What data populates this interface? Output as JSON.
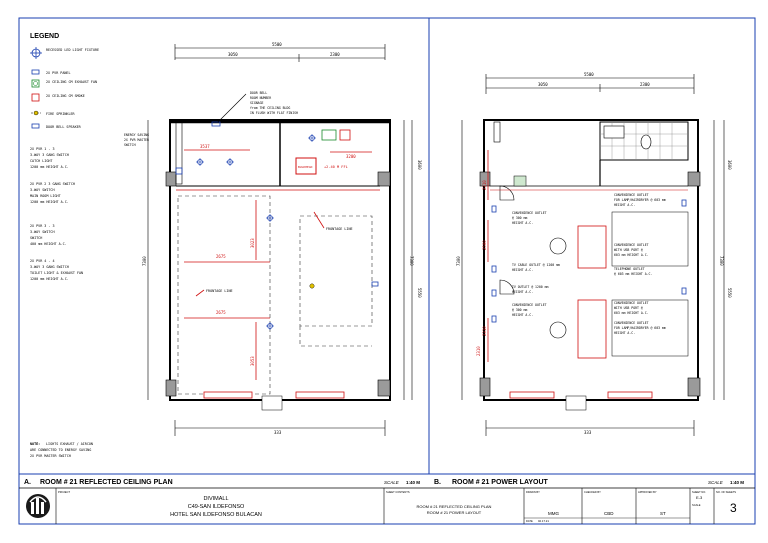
{
  "legend": {
    "title": "LEGEND",
    "items": [
      {
        "icon": "recessed-light-icon",
        "label": "RECESSED LED LIGHT FIXTURE"
      },
      {
        "icon": "panel-icon",
        "label": "2X PVR PANEL"
      },
      {
        "icon": "exhaust-fan-icon",
        "label": "2X CEILING CM EXHAUST FAN"
      },
      {
        "icon": "smoke-detector-icon",
        "label": "2X CEILING CM SMOKE"
      },
      {
        "icon": "sprinkler-icon",
        "label": "FIRE SPRINKLER"
      },
      {
        "icon": "doorbell-icon",
        "label": "DOOR BELL SPEAKER"
      }
    ],
    "notes_a": [
      "2X PVR 1 - 3",
      "3-WAY 3 GANG SWITCH",
      "CATCH LIGHT",
      "1200 mm HEIGHT A.C."
    ],
    "notes_b": [
      "2X PVR 2 3 GANG SWITCH",
      "3-WAY SWITCH",
      "MAIN ROOM LIGHT",
      "1200 mm HEIGHT A.C."
    ],
    "notes_c": [
      "2X PVR 3 - 3",
      "3-WAY SWITCH",
      "SWITCH",
      "400 mm HEIGHT A.C."
    ],
    "notes_d": [
      "2X PVR 4 - 4",
      "3-WAY 3 GANG SWITCH",
      "TOILET LIGHT & EXHAUST FAN",
      "1200 mm HEIGHT A.C."
    ],
    "note_title": "NOTE:",
    "note_lines": [
      "LIGHTS EXHAUST / AIRCON",
      "ARE CONNECTED TO ENERGY SAVING",
      "2X PVR MASTER SWITCH"
    ]
  },
  "plan_a": {
    "dim_total": "5500",
    "dim_left": "3050",
    "dim_right": "2300",
    "dim_height": "7300",
    "dim_side_1": "3600",
    "dim_side_2": "5550",
    "dim_bottom": "333",
    "note_top": [
      "DOOR BELL",
      "ROOM NUMBER",
      "SIGNAGE",
      "from THE CEILING BLDG",
      "IN FLUSH WITH FLAT FINISH"
    ],
    "note_left": [
      "ENERGY SAVING",
      "2X PVR MASTER",
      "SWITCH"
    ],
    "dim_red_1": "3537",
    "dim_red_2": "3200",
    "dim_red_3": "2675",
    "dim_red_4": "2675",
    "dim_red_v1": "3023",
    "dim_red_v2": "3053",
    "label_ceiling": "+2.40 M FFL",
    "label_fl": "FRONTAGE LINE",
    "label_fl2": "FRONTAGE LINE",
    "label_bulk": "BULKHEAD"
  },
  "plan_b": {
    "dim_total": "5500",
    "dim_left": "3050",
    "dim_right": "2300",
    "dim_height": "7300",
    "dim_side_1": "3600",
    "dim_side_2": "5550",
    "dim_bottom": "333",
    "dim_red_v1": "2310",
    "dim_red_v2": "2500",
    "dim_red_v3": "2310",
    "dim_red_v4": "2310",
    "notes_left": [
      [
        "CONVENIENCE OUTLET",
        "@ 300 mm",
        "HEIGHT A.C."
      ],
      [
        "TV CABLE OUTLET @ 1200 mm",
        "HEIGHT A.C."
      ],
      [
        "TV OUTLET @ 1200 mm",
        "HEIGHT A.C."
      ],
      [
        "CONVENIENCE OUTLET",
        "@ 300 mm",
        "HEIGHT A.C."
      ]
    ],
    "notes_right": [
      [
        "CONVENIENCE OUTLET",
        "FOR LAMP/HAIRDRYER @ 603 mm",
        "HEIGHT A.C."
      ],
      [
        "CONVENIENCE OUTLET",
        "WITH USB PORT @",
        "603 mm HEIGHT A.C."
      ],
      [
        "TELEPHONE OUTLET",
        "@ 603 mm HEIGHT A.C."
      ],
      [
        "CONVENIENCE OUTLET",
        "WITH USB PORT @",
        "603 mm HEIGHT A.C."
      ],
      [
        "CONVENIENCE OUTLET",
        "FOR LAMP/HAIRDRYER @ 603 mm",
        "HEIGHT A.C."
      ]
    ]
  },
  "captions": {
    "a_letter": "A.",
    "a_title": "ROOM # 21 REFLECTED CEILING PLAN",
    "a_scale_label": "SCALE",
    "a_scale": "1:40 M",
    "b_letter": "B.",
    "b_title": "ROOM # 21 POWER LAYOUT",
    "b_scale_label": "SCALE",
    "b_scale": "1:40 M"
  },
  "titleblock": {
    "project_label": "PROJECT",
    "project_lines": [
      "DIVIMALL",
      "C49-SAN ILDEFONSO",
      "HOTEL SAN ILDEFONSO BULACAN"
    ],
    "sheet_label": "SHEET CONTENTS",
    "sheet_lines": [
      "ROOM # 21 REFLECTED CEILING PLAN",
      "ROOM # 21 POWER LAYOUT"
    ],
    "drawn_label": "DRAWN BY",
    "drawn": "MMG",
    "checked_label": "CHECKED BY",
    "checked": "CBD",
    "approved_label": "APPROVED BY",
    "approved": "ST",
    "date_label": "DATE",
    "date": "02.17.21",
    "sheet_no_label": "SHEET NO.",
    "sheet_code": "E-3",
    "scale_label": "SCALE",
    "page_no_label": "NO. OF SHEETS",
    "page_no": "3"
  },
  "colors": {
    "annotation": "#d01010",
    "fixture": "#1a3fb0",
    "column": "#9a9a9a",
    "logo": "#1a1a1a"
  }
}
